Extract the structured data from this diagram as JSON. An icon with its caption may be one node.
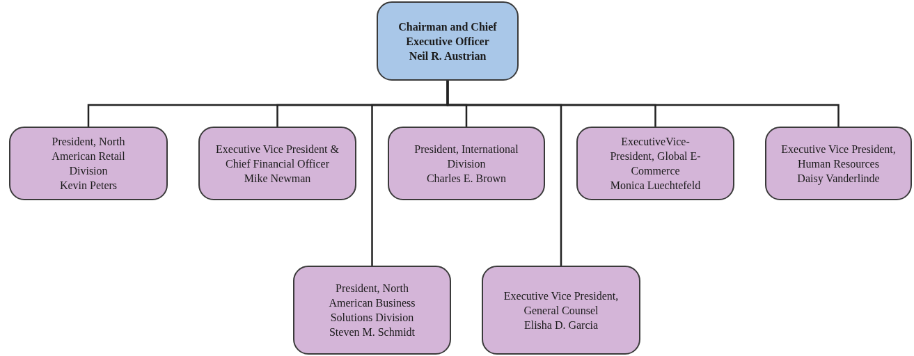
{
  "diagram": {
    "nodes": [
      {
        "text": [
          "Chairman and Chief Executive Officer",
          "Neil R. Austrian"
        ]
      },
      {
        "text": [
          "President, North American Retail Division",
          "Kevin Peters"
        ]
      },
      {
        "text": [
          "Executive Vice President & Chief Financial Officer",
          "Mike Newman"
        ]
      },
      {
        "text": [
          "President, International Division",
          "Charles E. Brown"
        ]
      },
      {
        "text": [
          "ExecutiveVice-President, Global E-Commerce",
          "Monica Luechtefeld"
        ]
      },
      {
        "text": [
          "Executive Vice President, Human Resources",
          "Daisy Vanderlinde"
        ]
      },
      {
        "text": [
          "President, North American Business Solutions Division",
          "Steven M. Schmidt"
        ]
      },
      {
        "text": [
          "Executive Vice President, General Counsel",
          "Elisha D. Garcia"
        ]
      }
    ],
    "edges": [
      {
        "from": 0,
        "to": 1,
        "arrow": "none"
      },
      {
        "from": 0,
        "to": 2,
        "arrow": "none"
      },
      {
        "from": 0,
        "to": 6,
        "arrow": "none"
      },
      {
        "from": 0,
        "to": 3,
        "arrow": "none"
      },
      {
        "from": 0,
        "to": 7,
        "arrow": "none"
      },
      {
        "from": 0,
        "to": 4,
        "arrow": "none"
      },
      {
        "from": 0,
        "to": 5,
        "arrow": "none"
      }
    ]
  }
}
